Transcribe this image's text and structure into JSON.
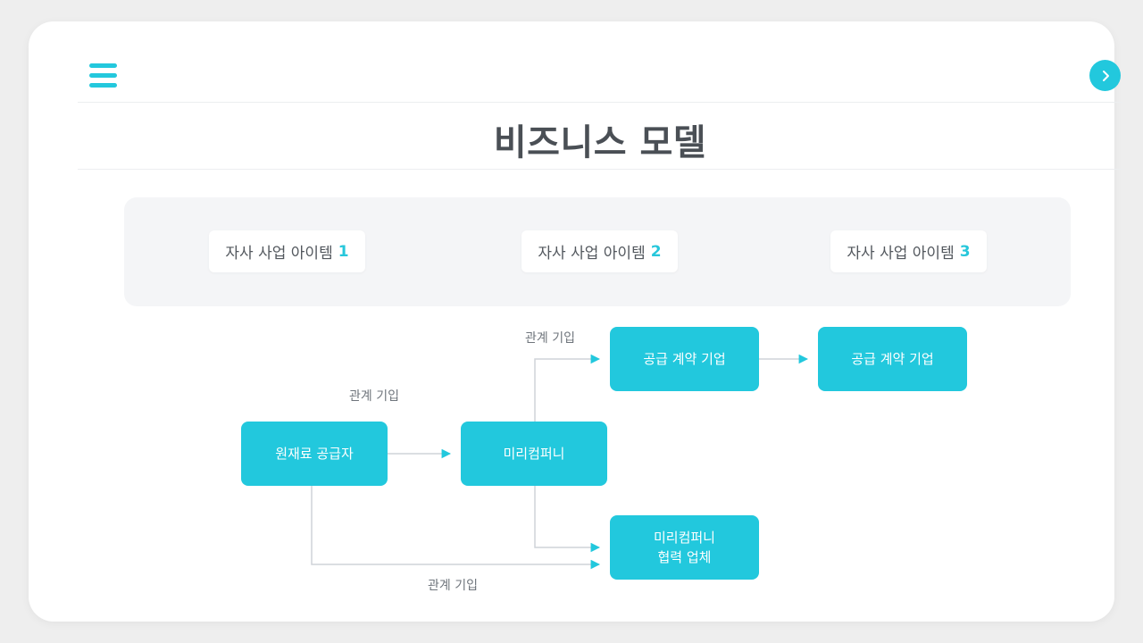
{
  "header": {
    "menu_icon": "hamburger-menu-icon",
    "next_icon": "chevron-right-icon"
  },
  "page_title": "비즈니스 모델",
  "items_panel": {
    "cards": [
      {
        "label": "자사 사업 아이템",
        "number": "1"
      },
      {
        "label": "자사 사업 아이템",
        "number": "2"
      },
      {
        "label": "자사 사업 아이템",
        "number": "3"
      }
    ]
  },
  "diagram": {
    "nodes": [
      {
        "id": "supplier",
        "label": "원재료 공급자"
      },
      {
        "id": "company",
        "label": "미리컴퍼니"
      },
      {
        "id": "contract1",
        "label": "공급 계약 기업"
      },
      {
        "id": "contract2",
        "label": "공급 계약 기업"
      },
      {
        "id": "partner_line1",
        "label": "미리컴퍼니"
      },
      {
        "id": "partner_line2",
        "label": "협력 업체"
      }
    ],
    "edge_labels": [
      {
        "id": "label_top",
        "text": "관계 기입"
      },
      {
        "id": "label_middle",
        "text": "관계 기입"
      },
      {
        "id": "label_bottom",
        "text": "관계 기입"
      }
    ]
  },
  "colors": {
    "accent": "#22c8dd",
    "page_background": "#eeeeee",
    "card_background": "#ffffff",
    "panel_background": "#f4f5f7",
    "title_text": "#4a4f55",
    "body_text": "#53585e",
    "connector_line": "#cfd4d8"
  }
}
